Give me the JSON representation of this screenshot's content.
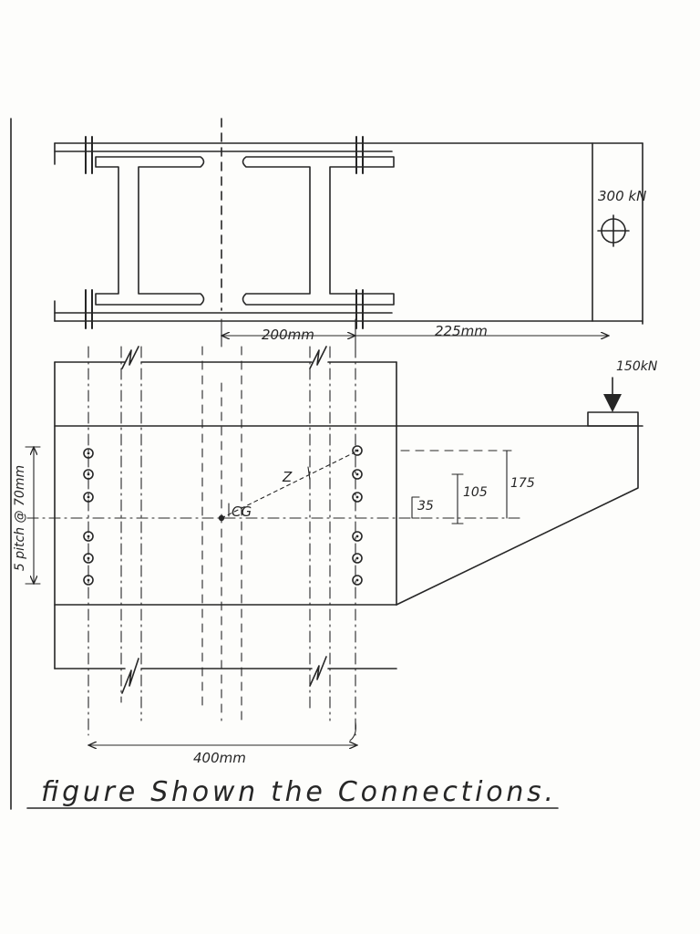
{
  "plan_view": {
    "load_label": "300 kN",
    "dim_left_label": "200mm",
    "dim_right_label": "225mm"
  },
  "elevation_view": {
    "load_label": "150kN",
    "cg_label": "CG",
    "radius_label": "Z",
    "dim_35_label": "35",
    "dim_105_label": "105",
    "dim_175_label": "175",
    "pitch_label": "5 pitch @ 70mm",
    "width_label": "400mm"
  },
  "caption": "figure Shown the Connections."
}
